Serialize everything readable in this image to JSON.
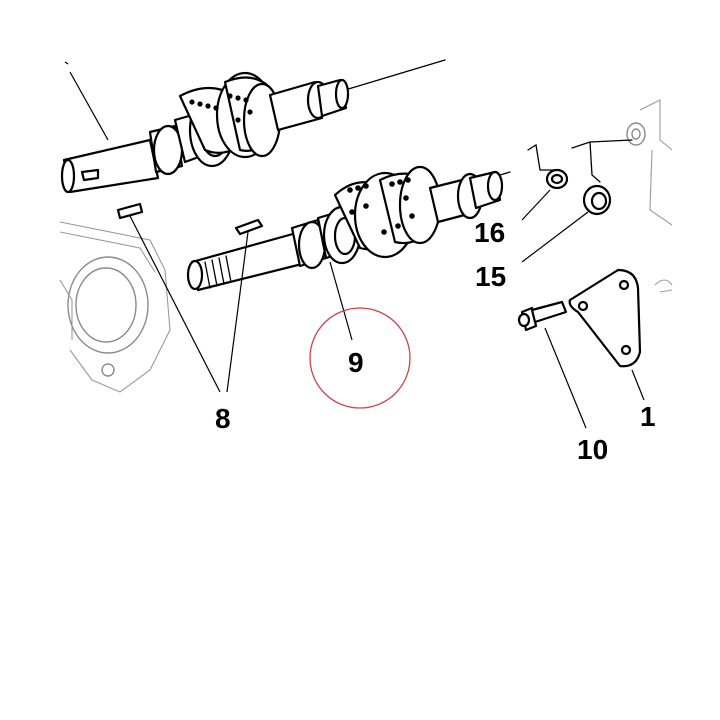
{
  "diagram": {
    "highlight_color": "#c8474b",
    "callouts": {
      "c8": "8",
      "c9": "9",
      "c10": "10",
      "c15": "15",
      "c16": "16",
      "c1": "1"
    }
  }
}
